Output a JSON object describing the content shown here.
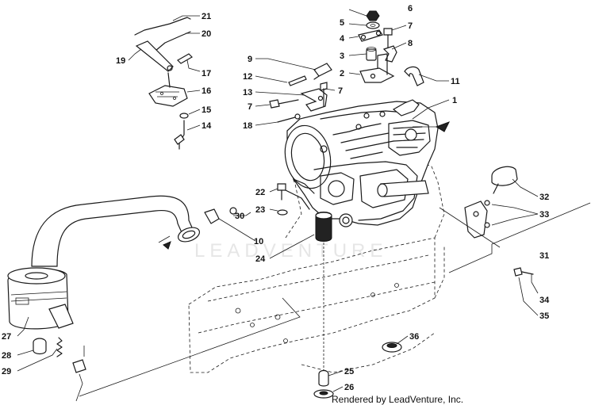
{
  "watermark": "LEADVENTURE",
  "credit": "Rendered by LeadVenture, Inc.",
  "callouts": [
    "1",
    "2",
    "3",
    "4",
    "5",
    "6",
    "7",
    "7",
    "7",
    "8",
    "9",
    "10",
    "11",
    "12",
    "13",
    "14",
    "15",
    "16",
    "17",
    "18",
    "19",
    "20",
    "21",
    "22",
    "23",
    "24",
    "25",
    "26",
    "27",
    "28",
    "29",
    "30",
    "31",
    "32",
    "33",
    "34",
    "35",
    "36"
  ]
}
